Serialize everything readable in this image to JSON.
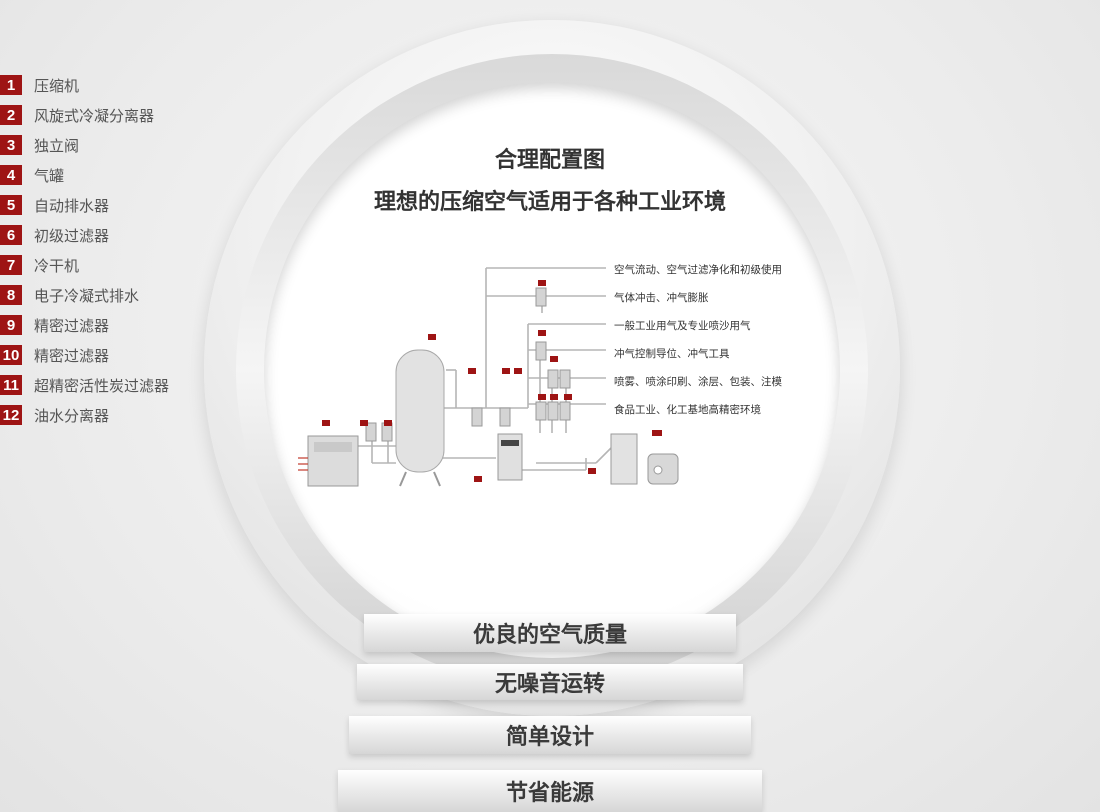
{
  "legend": [
    {
      "num": "1",
      "label": "压缩机"
    },
    {
      "num": "2",
      "label": "风旋式冷凝分离器"
    },
    {
      "num": "3",
      "label": "独立阀"
    },
    {
      "num": "4",
      "label": "气罐"
    },
    {
      "num": "5",
      "label": "自动排水器"
    },
    {
      "num": "6",
      "label": "初级过滤器"
    },
    {
      "num": "7",
      "label": "冷干机"
    },
    {
      "num": "8",
      "label": "电子冷凝式排水"
    },
    {
      "num": "9",
      "label": "精密过滤器"
    },
    {
      "num": "10",
      "label": "精密过滤器"
    },
    {
      "num": "11",
      "label": "超精密活性炭过滤器"
    },
    {
      "num": "12",
      "label": "油水分离器"
    }
  ],
  "diagram": {
    "title": "合理配置图",
    "subtitle": "理想的压缩空气适用于各种工业环境",
    "uses": [
      "空气流动、空气过滤净化和初级使用",
      "气体冲击、冲气膨胀",
      "一般工业用气及专业喷沙用气",
      "冲气控制导位、冲气工具",
      "喷雾、喷涂印刷、涂层、包装、注模",
      "食品工业、化工基地高精密环境"
    ]
  },
  "steps": [
    "优良的空气质量",
    "无噪音运转",
    "简单设计",
    "节省能源"
  ],
  "colors": {
    "accent": "#9e1414"
  }
}
